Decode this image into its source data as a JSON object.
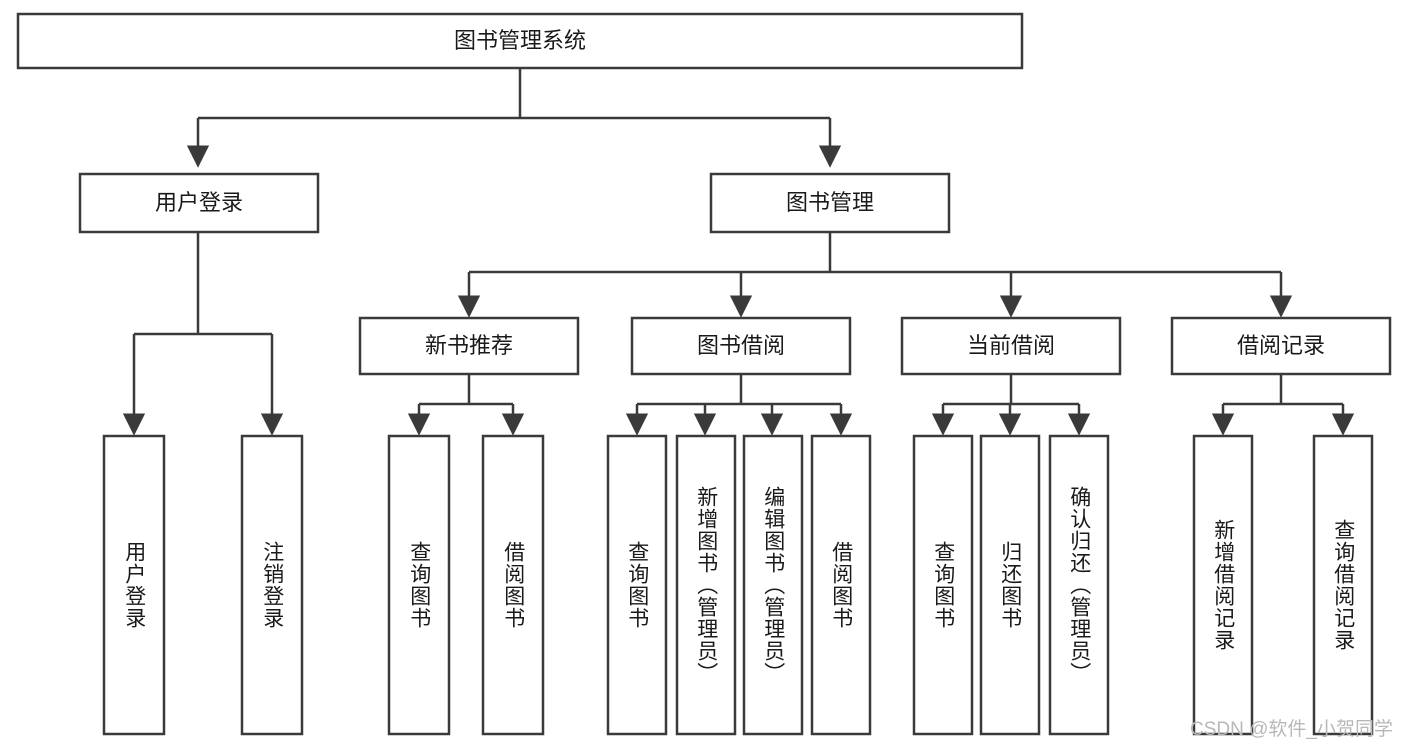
{
  "diagram": {
    "type": "tree-hierarchy",
    "title": "图书管理系统",
    "root": {
      "label": "图书管理系统"
    },
    "level1": [
      {
        "label": "用户登录"
      },
      {
        "label": "图书管理"
      }
    ],
    "level2": [
      {
        "label": "新书推荐",
        "parent": "图书管理"
      },
      {
        "label": "图书借阅",
        "parent": "图书管理"
      },
      {
        "label": "当前借阅",
        "parent": "图书管理"
      },
      {
        "label": "借阅记录",
        "parent": "图书管理"
      }
    ],
    "leaves": {
      "user_login": [
        {
          "label": "用户登录"
        },
        {
          "label": "注销登录"
        }
      ],
      "new_book_recommend": [
        {
          "label": "查询图书"
        },
        {
          "label": "借阅图书"
        }
      ],
      "book_borrow": [
        {
          "label": "查询图书"
        },
        {
          "label": "新增图书（管理员）"
        },
        {
          "label": "编辑图书（管理员）"
        },
        {
          "label": "借阅图书"
        }
      ],
      "current_borrow": [
        {
          "label": "查询图书"
        },
        {
          "label": "归还图书"
        },
        {
          "label": "确认归还（管理员）"
        }
      ],
      "borrow_record": [
        {
          "label": "新增借阅记录"
        },
        {
          "label": "查询借阅记录"
        }
      ]
    },
    "colors": {
      "box_stroke": "#3a3a3a",
      "box_fill": "#ffffff",
      "text": "#1a1a1a",
      "background": "#ffffff",
      "watermark": "#b8b8b8"
    }
  },
  "watermark": {
    "text": "CSDN @软件_小贺同学"
  }
}
